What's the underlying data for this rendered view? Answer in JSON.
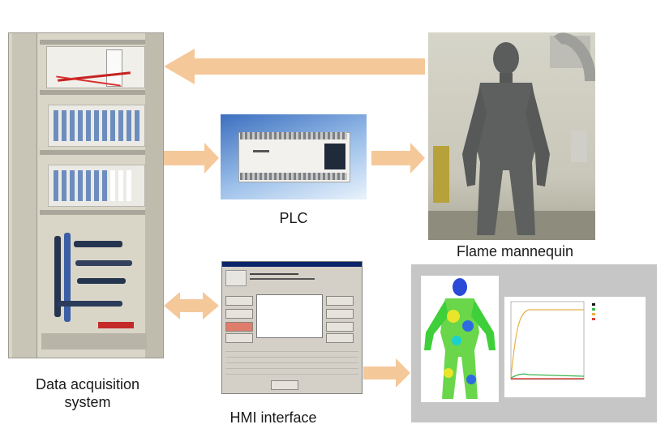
{
  "labels": {
    "data_acquisition_line1": "Data acquisition",
    "data_acquisition_line2": "system",
    "plc": "PLC",
    "flame_mannequin": "Flame mannequin",
    "hmi_interface": "HMI interface"
  },
  "colors": {
    "arrow": "#f5c89a",
    "panel_bg": "#c6c6c6",
    "window_gray": "#d4d0c8",
    "title_bar": "#0a246a",
    "alarm_button": "#e07d6a"
  }
}
